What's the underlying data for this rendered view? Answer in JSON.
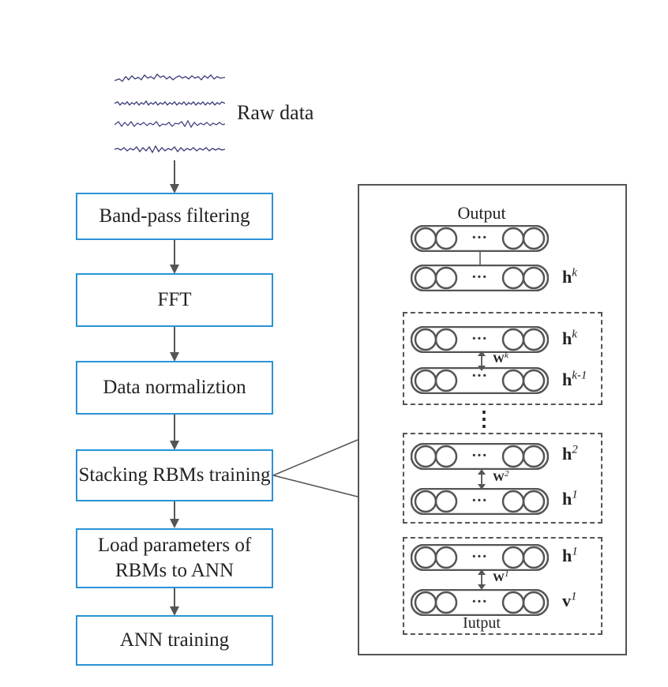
{
  "raw_data": {
    "label": "Raw data"
  },
  "flow_steps": [
    {
      "line1": "Band-pass filtering"
    },
    {
      "line1": "FFT"
    },
    {
      "line1": "Data normaliztion"
    },
    {
      "line1": "Stacking RBMs training"
    },
    {
      "line1": "Load parameters of",
      "line2": "RBMs to ANN"
    },
    {
      "line1": "ANN training"
    }
  ],
  "rbm_panel": {
    "output_label": "Output",
    "input_label": "Iutput",
    "vertical_ellipsis": "⋮",
    "ellipsis": "···",
    "layers": {
      "top_hk": {
        "base": "h",
        "sup": "k"
      },
      "g1_top": {
        "base": "h",
        "sup": "k"
      },
      "g1_bot": {
        "base": "h",
        "sup": "k-1"
      },
      "g2_top": {
        "base": "h",
        "sup": "2"
      },
      "g2_bot": {
        "base": "h",
        "sup": "1"
      },
      "g3_top": {
        "base": "h",
        "sup": "1"
      },
      "g3_bot": {
        "base": "v",
        "sup": "1"
      }
    },
    "weights": {
      "g1": {
        "base": "W",
        "sup": "k"
      },
      "g2": {
        "base": "W",
        "sup": "2"
      },
      "g3": {
        "base": "W",
        "sup": "1"
      }
    }
  },
  "colors": {
    "box_border": "#2a93d5",
    "panel_border": "#555555",
    "signal": "#3a3a7a"
  }
}
